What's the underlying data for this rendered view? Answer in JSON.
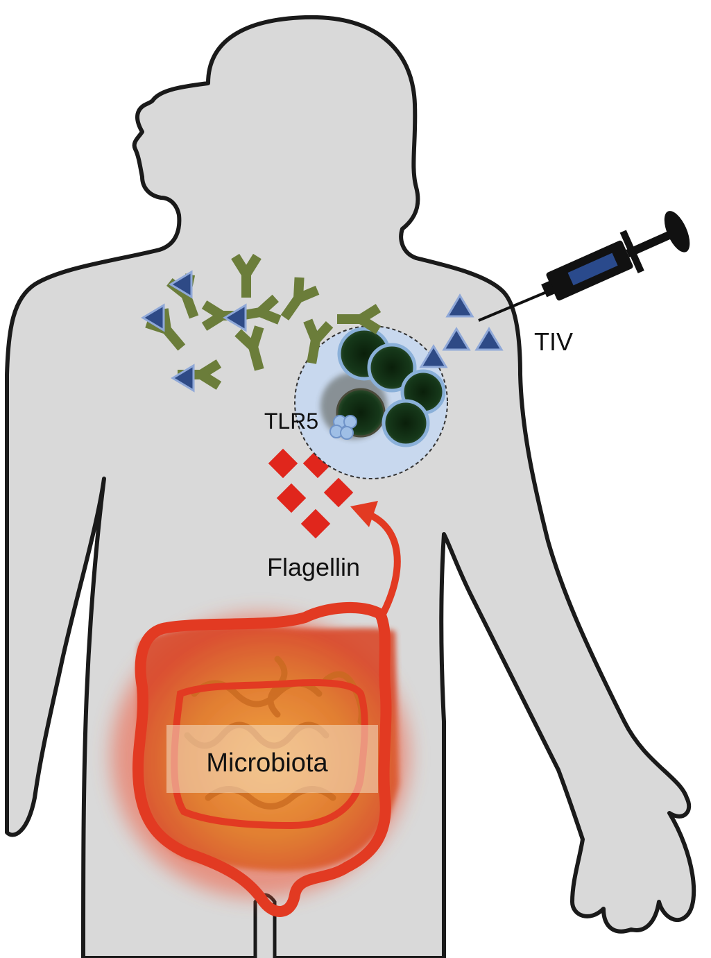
{
  "labels": {
    "tiv": "TIV",
    "tlr5": "TLR5",
    "flagellin": "Flagellin",
    "microbiota": "Microbiota"
  },
  "icons": {
    "body": "human-silhouette",
    "syringe": "syringe-icon",
    "antigen": "blue-triangle",
    "antibody": "green-y-antibody",
    "flagellin": "red-diamond",
    "cell_cluster": "dark-green-cells",
    "receptor": "blue-receptor-cluster",
    "gut": "intestine-shape"
  },
  "colors": {
    "body_fill": "#d9d9d9",
    "outline": "#1a1a1a",
    "antibody": "#6b7d3a",
    "antigen": "#2e4a86",
    "antigen_edge": "#8fa8d8",
    "flagellin": "#e0261c",
    "gut_red": "#e23a22",
    "gut_orange": "#e59433",
    "cell_dark": "#0f2a10",
    "cell_halo": "#8ab0d9",
    "circle_fill": "#c8d8ee"
  }
}
